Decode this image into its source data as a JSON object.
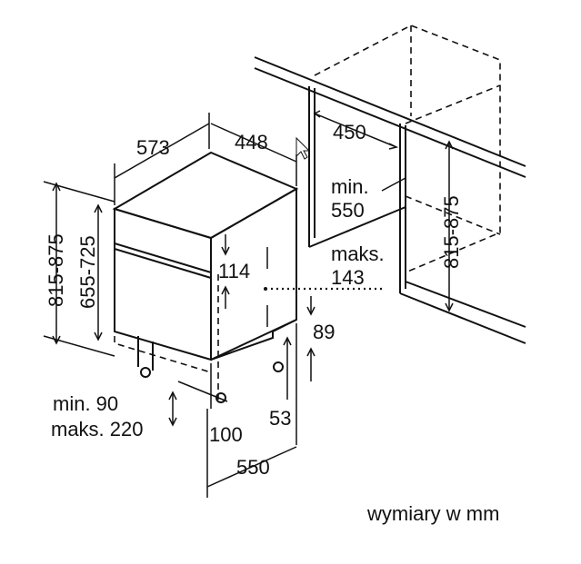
{
  "dimensions": {
    "depth_573": "573",
    "width_448": "448",
    "niche_width_450": "450",
    "niche_depth_min": "min.",
    "niche_depth_550": "550",
    "niche_height_range": "815-875",
    "height_range": "815-875",
    "panel_height_range": "655-725",
    "panel_offset_114": "114",
    "panel_max_label": "maks.",
    "panel_max_value": "143",
    "plinth_89": "89",
    "plinth_53": "53",
    "plinth_min_label": "min. 90",
    "plinth_max_label": "maks. 220",
    "foot_100": "100",
    "base_depth_550": "550"
  },
  "footnote": "wymiary w mm"
}
